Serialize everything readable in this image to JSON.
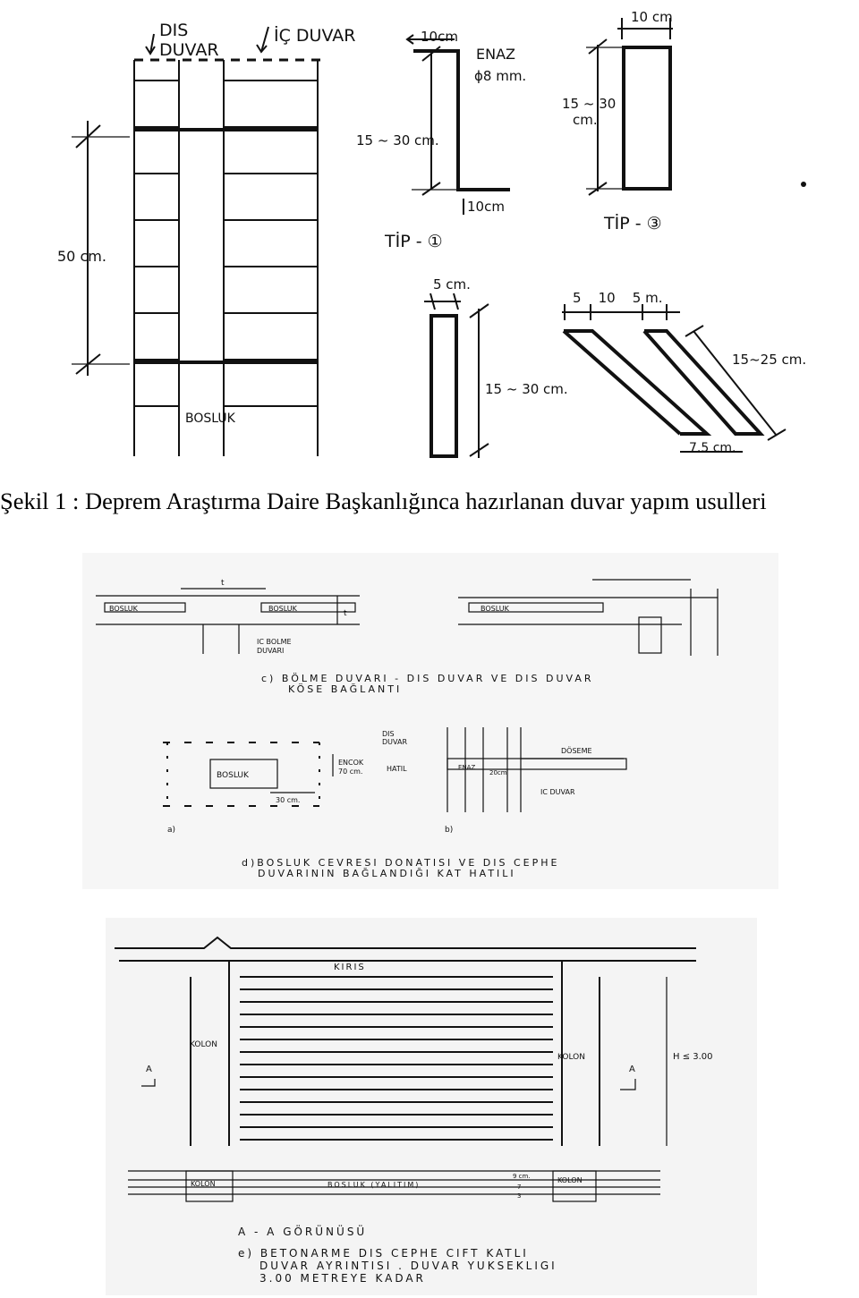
{
  "caption": "Şekil 1 : Deprem Araştırma Daire Başkanlığınca hazırlanan duvar yapım usulleri",
  "figure1": {
    "dis_duvar_1": "DIS",
    "dis_duvar_2": "DUVAR",
    "ic_duvar": "İÇ DUVAR",
    "height_50": "50 cm.",
    "bosluk": "BOSLUK",
    "tip1_top": "10cm",
    "tip1_enaz": "ENAZ",
    "tip1_diam": "ϕ8 mm.",
    "tip1_height": "15 ~ 30 cm.",
    "tip1_bottom": "10cm",
    "tip1_label": "TİP - ①",
    "tip3_top": "10 cm",
    "tip3_height_1": "15 ~ 30",
    "tip3_height_2": "cm.",
    "tip3_label": "TİP - ③",
    "tip2_top": "5 cm.",
    "tip2_height": "15 ~ 30 cm.",
    "diag_dims": "5    10    5 m.",
    "diag_len": "15~25 cm.",
    "diag_foot": "7.5 cm."
  },
  "figure2": {
    "t1": "t",
    "t2": "t",
    "bosluk_a": "BOSLUK",
    "bosluk_b": "BOSLUK",
    "bosluk_c": "BOSLUK",
    "ic_bolme_1": "IC BOLME",
    "ic_bolme_2": "DUVARI",
    "caption_c_1": "c) BÖLME DUVARI - DIS DUVAR VE DIS DUVAR",
    "caption_c_2": "KÖSE BAĞLANTI",
    "bosluk_box": "BOSLUK",
    "encok_1": "ENCOK",
    "encok_2": "70 cm.",
    "hatil": "HATIL",
    "dim_30": "30 cm.",
    "enaz": "ENAZ",
    "enaz_20": "20cm",
    "dis_duvar_1": "DIS",
    "dis_duvar_2": "DUVAR",
    "doseme": "DÖSEME",
    "ic_duvar": "IC DUVAR",
    "label_a": "a)",
    "label_b": "b)",
    "caption_d_1": "d)BOSLUK CEVRESI DONATISI VE DIS CEPHE",
    "caption_d_2": "DUVARININ BAĞLANDIĞI KAT HATILI"
  },
  "figure3": {
    "kiris": "KIRIS",
    "kolon_left": "KOLON",
    "kolon_right": "KOLON",
    "section_a_left": "A",
    "section_a_right": "A",
    "height": "H ≤ 3.00",
    "kolon_plan_left": "KOLON",
    "kolon_plan_right": "KOLON",
    "bosluk_yalitim": "BOSLUK (YALITIM)",
    "dim_9": "9 cm.",
    "dim_7": "7",
    "dim_3": "3",
    "view": "A - A   GÖRÜNÜSÜ",
    "caption_1": "e) BETONARME DIS CEPHE CIFT KATLI",
    "caption_2": "DUVAR AYRINTISI . DUVAR YUKSEKLIGI",
    "caption_3": "3.00 METREYE KADAR"
  }
}
